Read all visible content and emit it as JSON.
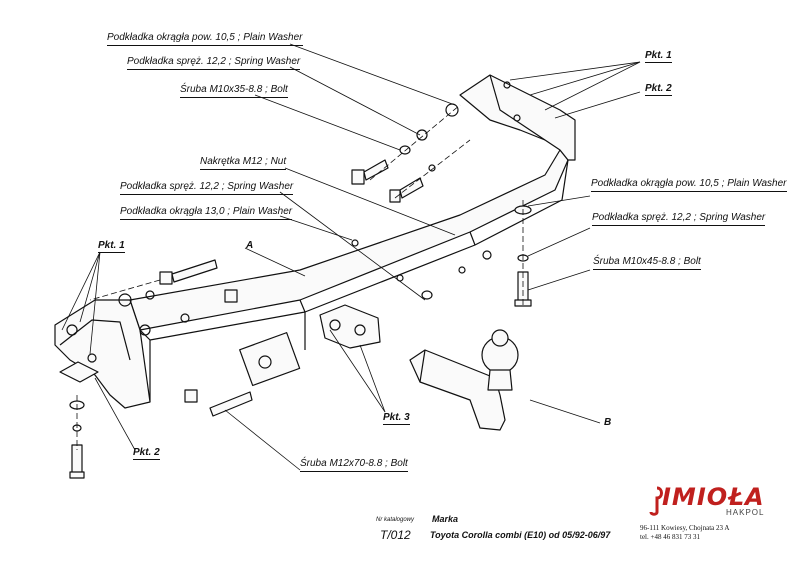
{
  "labels": {
    "washer_top": "Podkładka okrągła pow. 10,5 ; Plain Washer",
    "spring_top": "Podkładka spręż. 12,2 ; Spring Washer",
    "bolt_top": "Śruba M10x35-8.8  ;  Bolt",
    "nut_mid": "Nakrętka  M12 ; Nut",
    "spring_mid": "Podkładka spręż. 12,2 ; Spring Washer",
    "washer_mid": "Podkładka okrągła 13,0 ;  Plain Washer",
    "washer_right": "Podkładka okrągła pow. 10,5 ; Plain Washer",
    "spring_right": "Podkładka spręż. 12,2 ; Spring Washer",
    "bolt_right": "Śruba M10x45-8.8   ;  Bolt",
    "bolt_bottom": "Śruba M12x70-8.8  ;  Bolt"
  },
  "points": {
    "pkt1_top": "Pkt. 1",
    "pkt2_top": "Pkt. 2",
    "pkt1_left": "Pkt. 1",
    "pkt2_left": "Pkt. 2",
    "pkt3": "Pkt. 3"
  },
  "letters": {
    "a": "A",
    "b": "B"
  },
  "footer": {
    "catalog_label": "Nr katalogowy",
    "catalog_number": "T/012",
    "brand_label": "Marka",
    "vehicle": "Toyota Corolla combi (E10)    od 05/92-06/97"
  },
  "company": {
    "logo_text": "IMIOŁA",
    "logo_sub": "HAKPOL",
    "address": "96-111 Kowiesy, Chojnata 23 A",
    "phone": "tel. +48 46 831 73 31",
    "brand_color": "#c0201e"
  }
}
